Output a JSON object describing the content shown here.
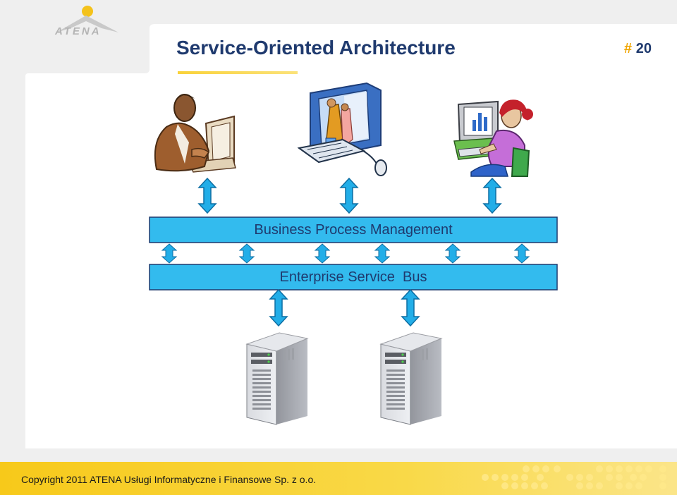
{
  "header": {
    "logo_text": "ATENA",
    "title": "Service-Oriented Architecture",
    "page_symbol": "#",
    "page_number": "20"
  },
  "diagram": {
    "top_icons": [
      "businessman-at-computer-icon",
      "shopping-on-computer-icon",
      "woman-at-computer-icon"
    ],
    "bpm_label": "Business Process Management",
    "esb_label": "Enterprise Service  Bus",
    "bottom_icons": [
      "server-tower-icon",
      "server-tower-icon"
    ],
    "colors": {
      "bar_fill": "#33bbee",
      "arrow_fill": "#22aee8",
      "label": "#1f3a6e"
    }
  },
  "footer": {
    "copyright": "Copyright 2011 ATENA Usługi Informatyczne i Finansowe Sp. z o.o."
  }
}
